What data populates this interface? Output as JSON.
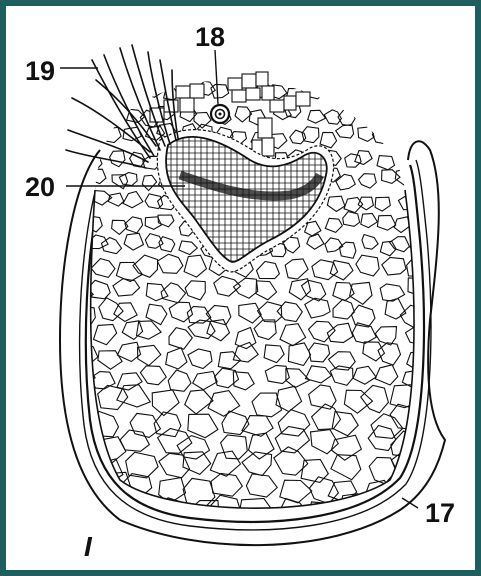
{
  "figure": {
    "panel_label": "I",
    "labels": {
      "l17": "17",
      "l18": "18",
      "l19": "19",
      "l20": "20"
    },
    "colors": {
      "border": "#1f5e5e",
      "background": "#ffffff",
      "ink": "#111111"
    }
  }
}
